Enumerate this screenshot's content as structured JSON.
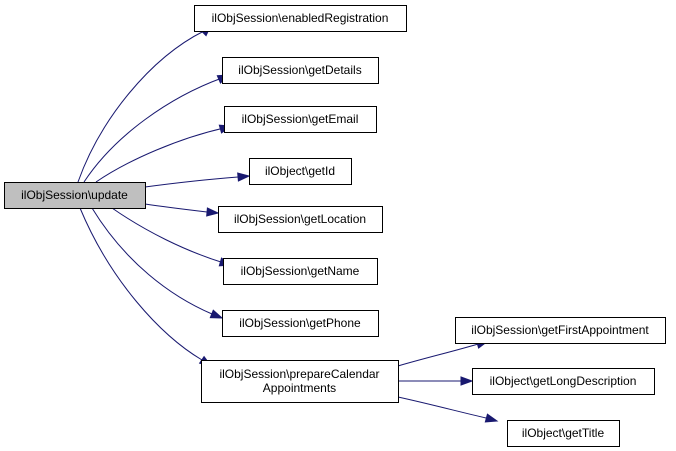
{
  "diagram": {
    "edge_color": "#191970",
    "root_fill": "#bfbfbf",
    "nodes": [
      {
        "id": "update",
        "lines": [
          "ilObjSession\\update"
        ],
        "root": true
      },
      {
        "id": "enabledRegistration",
        "lines": [
          "ilObjSession\\enabledRegistration"
        ]
      },
      {
        "id": "getDetails",
        "lines": [
          "ilObjSession\\getDetails"
        ]
      },
      {
        "id": "getEmail",
        "lines": [
          "ilObjSession\\getEmail"
        ]
      },
      {
        "id": "getId",
        "lines": [
          "ilObject\\getId"
        ]
      },
      {
        "id": "getLocation",
        "lines": [
          "ilObjSession\\getLocation"
        ]
      },
      {
        "id": "getName",
        "lines": [
          "ilObjSession\\getName"
        ]
      },
      {
        "id": "getPhone",
        "lines": [
          "ilObjSession\\getPhone"
        ]
      },
      {
        "id": "prepareCalendarAppointments",
        "lines": [
          "ilObjSession\\prepareCalendar",
          "Appointments"
        ]
      },
      {
        "id": "getFirstAppointment",
        "lines": [
          "ilObjSession\\getFirstAppointment"
        ]
      },
      {
        "id": "getLongDescription",
        "lines": [
          "ilObject\\getLongDescription"
        ]
      },
      {
        "id": "getTitle",
        "lines": [
          "ilObject\\getTitle"
        ]
      }
    ],
    "edges": [
      {
        "from": "update",
        "to": "enabledRegistration"
      },
      {
        "from": "update",
        "to": "getDetails"
      },
      {
        "from": "update",
        "to": "getEmail"
      },
      {
        "from": "update",
        "to": "getId"
      },
      {
        "from": "update",
        "to": "getLocation"
      },
      {
        "from": "update",
        "to": "getName"
      },
      {
        "from": "update",
        "to": "getPhone"
      },
      {
        "from": "update",
        "to": "prepareCalendarAppointments"
      },
      {
        "from": "prepareCalendarAppointments",
        "to": "getFirstAppointment"
      },
      {
        "from": "prepareCalendarAppointments",
        "to": "getLongDescription"
      },
      {
        "from": "prepareCalendarAppointments",
        "to": "getTitle"
      }
    ]
  }
}
